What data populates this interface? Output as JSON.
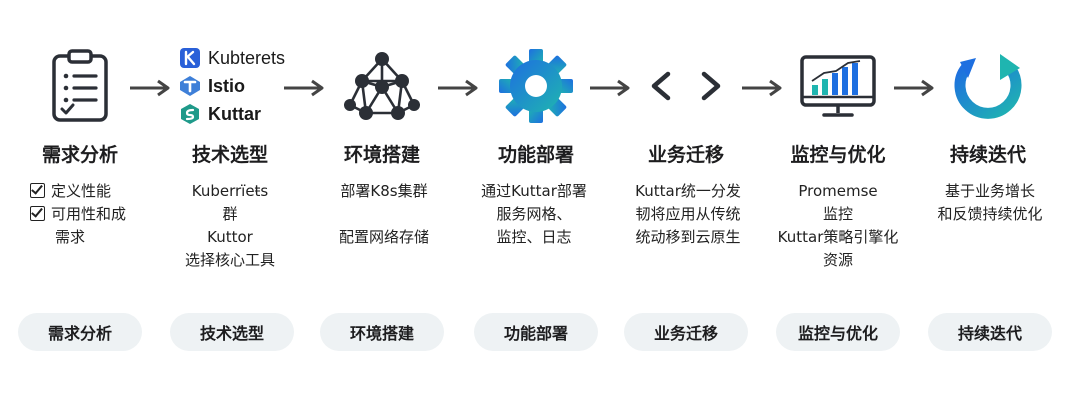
{
  "steps": [
    {
      "id": "requirements",
      "icon": "checklist-clipboard-icon",
      "title": "需求分析",
      "desc": [],
      "checklist": [
        "定义性能",
        "可用性和成"
      ],
      "checklist_tail": "需求",
      "pill": "需求分析"
    },
    {
      "id": "tech-selection",
      "icon": "tool-logos-icon",
      "logos": [
        {
          "name": "Kubterets",
          "icon": "kubernetes-logo-icon",
          "color": "#2a60d8"
        },
        {
          "name": "Istio",
          "icon": "istio-logo-icon",
          "color": "#3e7fd8"
        },
        {
          "name": "Kuttar",
          "icon": "kuttar-logo-icon",
          "color": "#1f9a8a"
        }
      ],
      "title": "技术选型",
      "desc": [
        "Kuberrïeŧs",
        "群",
        "Kuttor",
        "选择核心工具"
      ],
      "pill": "技术选型"
    },
    {
      "id": "environment",
      "icon": "network-nodes-icon",
      "title": "环境搭建",
      "desc": [
        "部署K8s集群",
        "",
        "配置网络存储"
      ],
      "pill": "环境搭建"
    },
    {
      "id": "deploy",
      "icon": "gear-icon",
      "title": "功能部署",
      "desc": [
        "通过Kuttar部署",
        "服务网格、",
        "监控、日志"
      ],
      "pill": "功能部署"
    },
    {
      "id": "migration",
      "icon": "bidirectional-arrow-icon",
      "title": "业务迁移",
      "desc": [
        "Kuttar统一分发",
        "韧将应用从传统",
        "统动移到云原生"
      ],
      "pill": "业务迁移"
    },
    {
      "id": "monitoring",
      "icon": "monitor-chart-icon",
      "title": "监控与优化",
      "desc": [
        "Promemse",
        "监控",
        "Kuttar策略引擎化",
        "资源"
      ],
      "pill": "监控与优化"
    },
    {
      "id": "iteration",
      "icon": "refresh-cycle-icon",
      "title": "持续迭代",
      "desc": [
        "基于业务增长",
        "和反馈持续优化"
      ],
      "pill": "持续迭代"
    }
  ],
  "colors": {
    "accent_blue": "#1e6fe0",
    "accent_teal": "#1fb5b0",
    "text": "#1d1d1f",
    "pill_bg": "#eef2f4",
    "arrow": "#444444"
  }
}
